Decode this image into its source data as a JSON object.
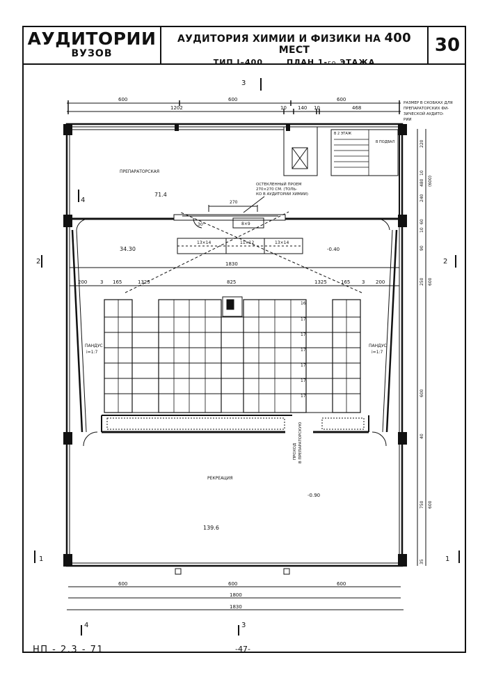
{
  "header": {
    "series_title": "АУДИТОРИИ",
    "series_subtitle": "ВУЗОВ",
    "title_part1": "АУДИТОРИЯ ХИМИИ И ФИЗИКИ",
    "title_na": "НА",
    "title_seats_number": "400",
    "title_seats_word": "МЕСТ",
    "type_label": "ТИП I–400.",
    "plan_label_prefix": "ПЛАН 1-",
    "plan_label_small": "го",
    "plan_label_suffix": "ЭТАЖА",
    "sheet_number": "30"
  },
  "footer": {
    "code": "НП - 2.3 - 71",
    "page": "-47-"
  },
  "plan": {
    "section_marks": {
      "top3": "3",
      "left4": "4",
      "left2": "2",
      "right2": "2",
      "left1": "1",
      "right1": "1",
      "bottom4": "4",
      "bottom3": "3"
    },
    "top_dims": {
      "a": "600",
      "b": "600",
      "c": "600",
      "d": "1202",
      "e": "10",
      "f": "140",
      "g": "10",
      "h": "468"
    },
    "note_top_right": [
      "РАЗМЕР В СКОБКАХ ДЛЯ",
      "ПРЕПАРАТОРСКИХ ФИ-",
      "ЗИЧЕСКОЙ АУДИТО-",
      "РИИ"
    ],
    "rooms": {
      "prep": "ПРЕПАРАТОРСКАЯ",
      "prep_area": "71.4",
      "aud_area": "34.30",
      "level_aud": "-0.40",
      "recreation": "РЕКРЕАЦИЯ",
      "recreation_area": "139.6",
      "level_rec": "-0.90",
      "stair_up": "В ПОДВАЛ",
      "stair_dn": "В 2 ЭТАЖ"
    },
    "glazed_note": [
      "ОСТЕКЛЕННЫЙ ПРОЕМ",
      "270×270 СМ. (ТОЛЬ-",
      "КО В АУДИТОРИИ ХИМИИ)"
    ],
    "inner_dims": {
      "w270": "270",
      "angle": "30°",
      "b8x9": "8×9"
    },
    "boards": [
      "13×14",
      "11×12",
      "13×14"
    ],
    "aud_width": "1830",
    "seat_dims": {
      "a": "200",
      "b": "3",
      "c": "165",
      "d": "1325",
      "e": "825",
      "f": "1325",
      "g": "165",
      "h": "3",
      "i": "200"
    },
    "row_labels": [
      "16",
      "17",
      "17",
      "17",
      "17",
      "17",
      "17"
    ],
    "ramps": {
      "left": [
        "ПАНДУС",
        "i=1:7"
      ],
      "right": [
        "ПАНДУС",
        "i=1:7"
      ]
    },
    "passage_note": [
      "ПРОХОД",
      "В ПРЕПАРАТОРСКУЮ"
    ],
    "right_dims": {
      "d220": "220",
      "d10a": "10",
      "d480": "480",
      "d600a": "(600)",
      "d240": "240",
      "d60": "60",
      "d10b": "10",
      "d90": "90",
      "d250": "250",
      "d600b": "600",
      "d600c": "600",
      "d40": "40",
      "d750": "750",
      "d600d": "600",
      "d35": "35"
    },
    "bottom_dims": {
      "a": "600",
      "b": "600",
      "c": "600",
      "d": "1800",
      "e": "1830"
    }
  }
}
